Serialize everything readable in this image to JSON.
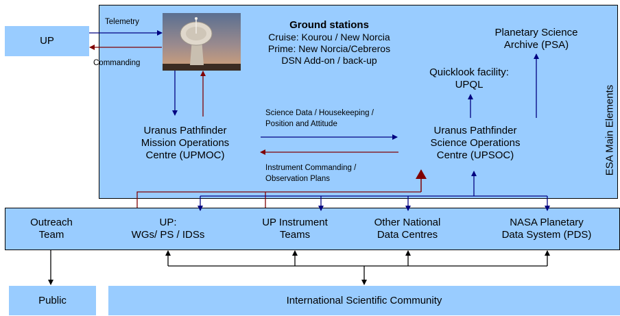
{
  "up": "UP",
  "public": "Public",
  "community": "International Scientific Community",
  "telemetry": "Telemetry",
  "commanding": "Commanding",
  "ground": {
    "title": "Ground stations",
    "line1": "Cruise: Kourou / New Norcia",
    "line2": "Prime: New Norcia/Cebreros",
    "line3": "DSN Add-on / back-up"
  },
  "psa": {
    "line1": "Planetary Science",
    "line2": "Archive (PSA)"
  },
  "upql": {
    "line1": "Quicklook facility:",
    "line2": "UPQL"
  },
  "upmoc": {
    "line1": "Uranus Pathfinder",
    "line2": "Mission Operations",
    "line3": "Centre (UPMOC)"
  },
  "upsoc": {
    "line1": "Uranus Pathfinder",
    "line2": "Science Operations",
    "line3": "Centre (UPSOC)"
  },
  "science_data": {
    "line1": "Science Data / Housekeeping /",
    "line2": "Position and Attitude"
  },
  "instr_cmd": {
    "line1": "Instrument Commanding /",
    "line2": "Observation Plans"
  },
  "esa_label": "ESA Main Elements",
  "bottom": {
    "outreach": {
      "line1": "Outreach",
      "line2": "Team"
    },
    "up_wg": {
      "line1": "UP:",
      "line2": "WGs/  PS / IDSs"
    },
    "instr": {
      "line1": "UP Instrument",
      "line2": "Teams"
    },
    "ndc": {
      "line1": "Other National",
      "line2": "Data Centres"
    },
    "pds": {
      "line1": "NASA Planetary",
      "line2": "Data System (PDS)"
    }
  },
  "colors": {
    "box": "#99ccff",
    "blue_arrow": "#000080",
    "red_arrow": "#800000"
  },
  "icons": {
    "ground_station_photo": "antenna-dish-photo"
  }
}
